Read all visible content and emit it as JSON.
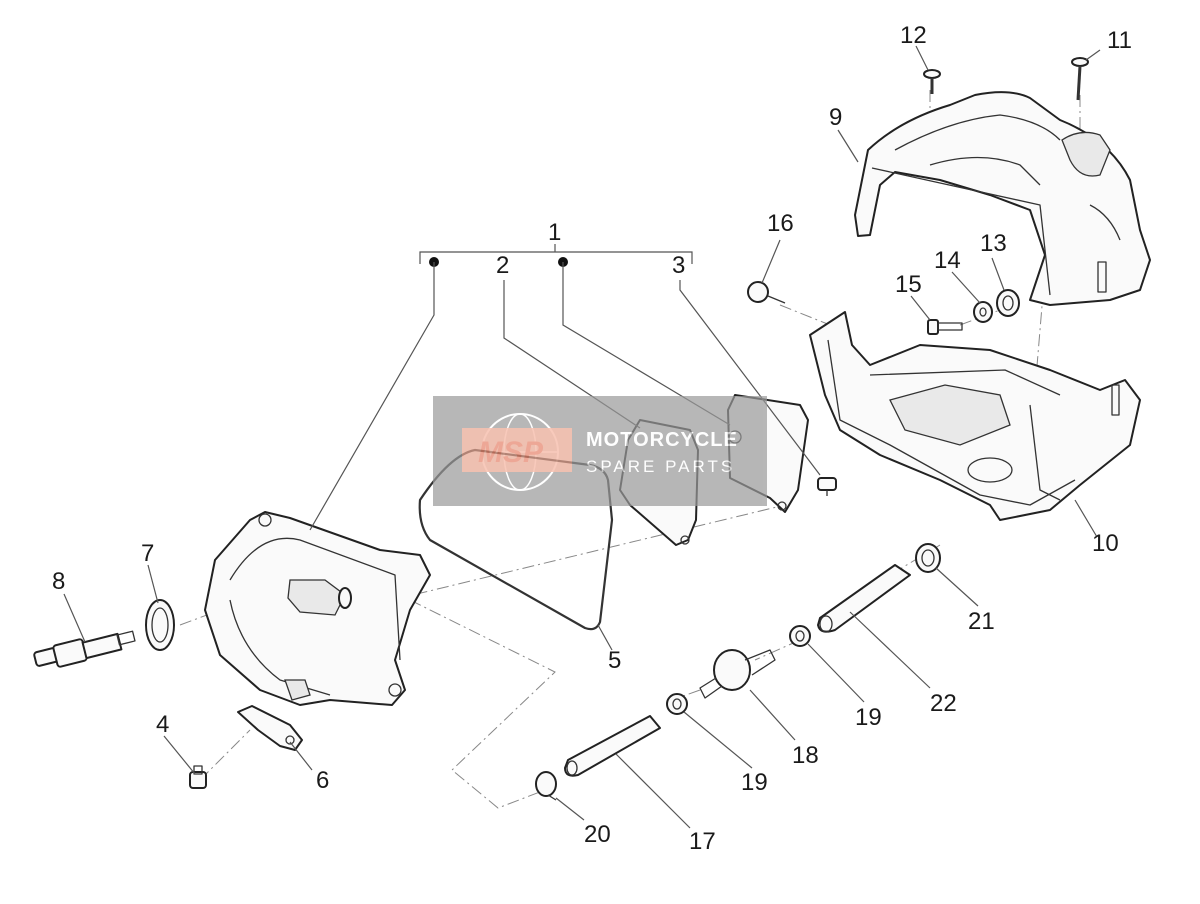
{
  "callouts": {
    "c1": "1",
    "c2": "2",
    "c3": "3",
    "c4": "4",
    "c5": "5",
    "c6": "6",
    "c7": "7",
    "c8": "8",
    "c9": "9",
    "c10": "10",
    "c11": "11",
    "c12": "12",
    "c13": "13",
    "c14": "14",
    "c15": "15",
    "c16": "16",
    "c17": "17",
    "c18": "18",
    "c19a": "19",
    "c19b": "19",
    "c20": "20",
    "c21": "21",
    "c22": "22"
  },
  "watermark": {
    "logo": "MSP",
    "title": "MOTORCYCLE",
    "subtitle": "SPARE PARTS"
  }
}
